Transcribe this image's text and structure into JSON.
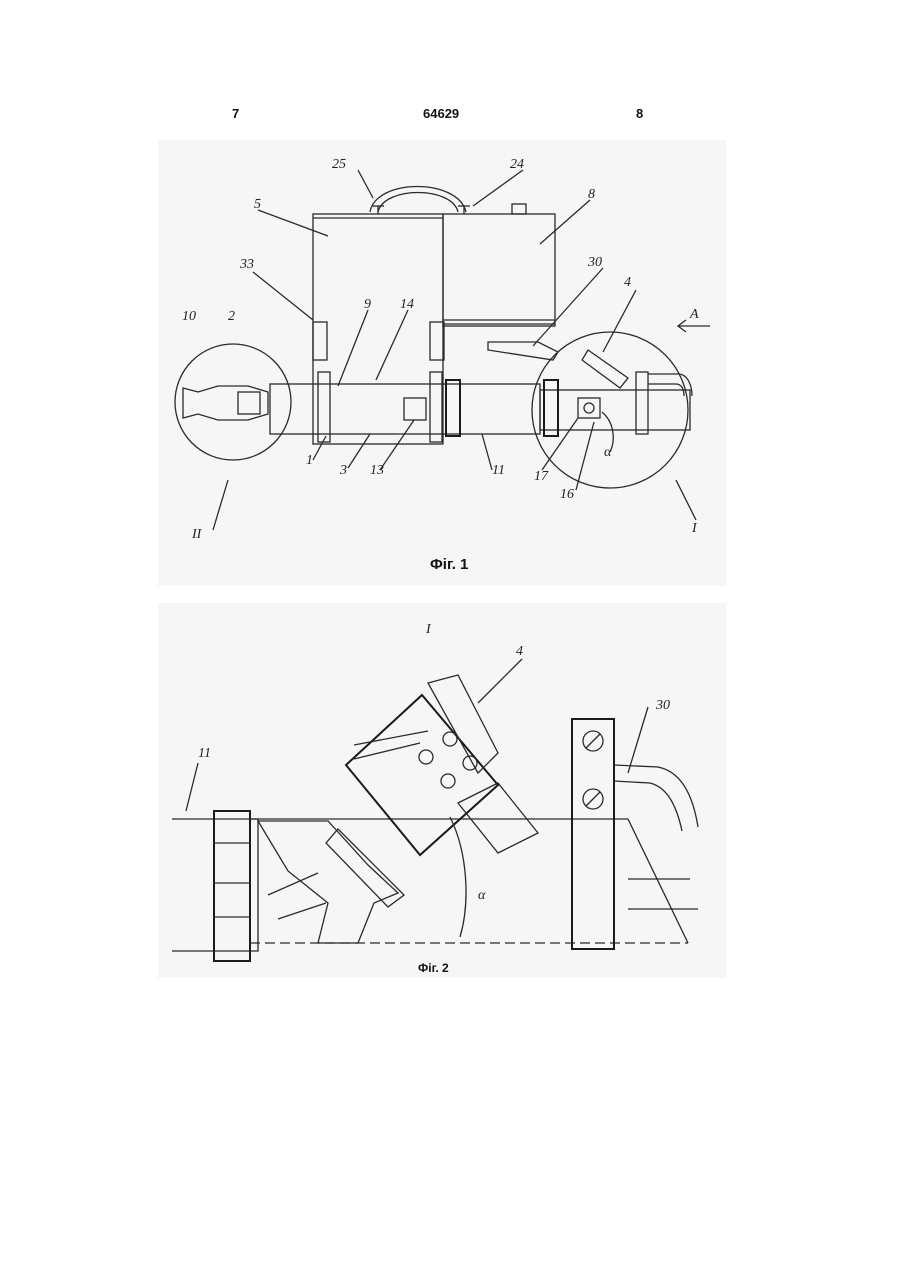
{
  "header": {
    "left_page": "7",
    "patent_number": "64629",
    "right_page": "8"
  },
  "figure1": {
    "caption": "Фіг. 1",
    "labels": {
      "l25": "25",
      "l24": "24",
      "l5": "5",
      "l8": "8",
      "l33": "33",
      "l30": "30",
      "l4": "4",
      "lA": "A",
      "l10": "10",
      "l2": "2",
      "l9": "9",
      "l14": "14",
      "l1": "1",
      "l3": "3",
      "l13": "13",
      "l11": "11",
      "l17": "17",
      "l16": "16",
      "lalpha": "α",
      "lII": "II",
      "lI": "I"
    }
  },
  "figure2": {
    "caption": "Фіг. 2",
    "labels": {
      "lI": "I",
      "l4": "4",
      "l30": "30",
      "l11": "11",
      "lalpha": "α"
    }
  }
}
